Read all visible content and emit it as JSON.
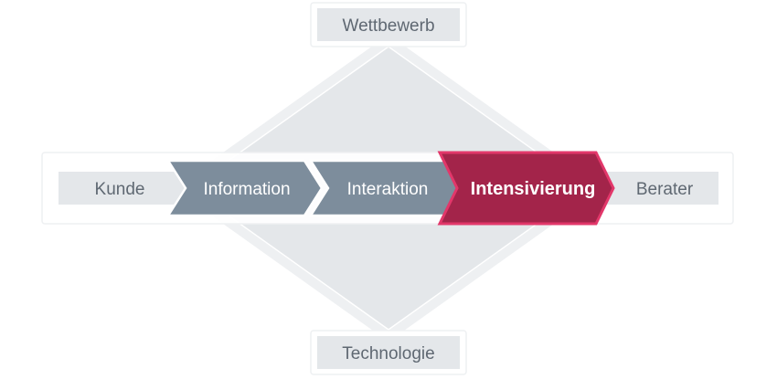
{
  "diagram": {
    "top_label": "Wettbewerb",
    "bottom_label": "Technologie",
    "left_label": "Kunde",
    "right_label": "Berater",
    "steps": [
      {
        "label": "Information",
        "highlighted": false
      },
      {
        "label": "Interaktion",
        "highlighted": false
      },
      {
        "label": "Intensivierung",
        "highlighted": true
      }
    ],
    "colors": {
      "diamond": "#e4e7ea",
      "box": "#e4e7ea",
      "frame": "#eef0f2",
      "chevron": "#7d8d9c",
      "highlight": "#a3244a",
      "highlight_border": "#e2376a",
      "text": "#5f6872"
    }
  }
}
